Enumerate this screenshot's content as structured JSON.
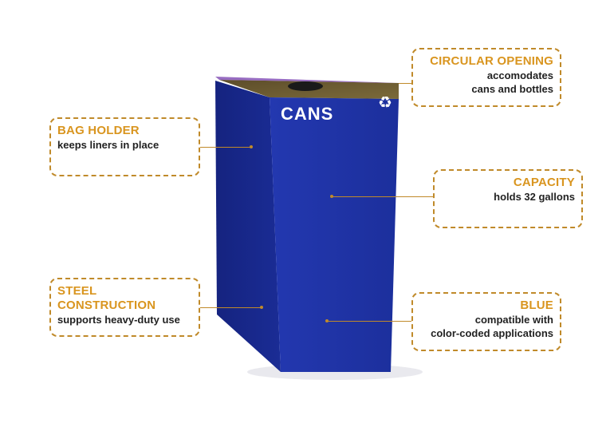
{
  "product": {
    "label": "CANS",
    "recycle_symbol": "♻",
    "body_color": "#1f33a6",
    "side_color": "#17268a",
    "lid_color": "#6b5a2e"
  },
  "callouts": {
    "circular_opening": {
      "title": "CIRCULAR OPENING",
      "desc1": "accomodates",
      "desc2": "cans and bottles"
    },
    "bag_holder": {
      "title": "BAG HOLDER",
      "desc1": "keeps liners in place"
    },
    "capacity": {
      "title": "CAPACITY",
      "desc1": "holds 32 gallons"
    },
    "steel": {
      "title1": "STEEL",
      "title2": "CONSTRUCTION",
      "desc1": "supports heavy-duty use"
    },
    "blue": {
      "title": "BLUE",
      "desc1": "compatible with",
      "desc2": "color-coded applications"
    }
  },
  "colors": {
    "accent": "#d9951f",
    "border": "#c08a2a"
  }
}
